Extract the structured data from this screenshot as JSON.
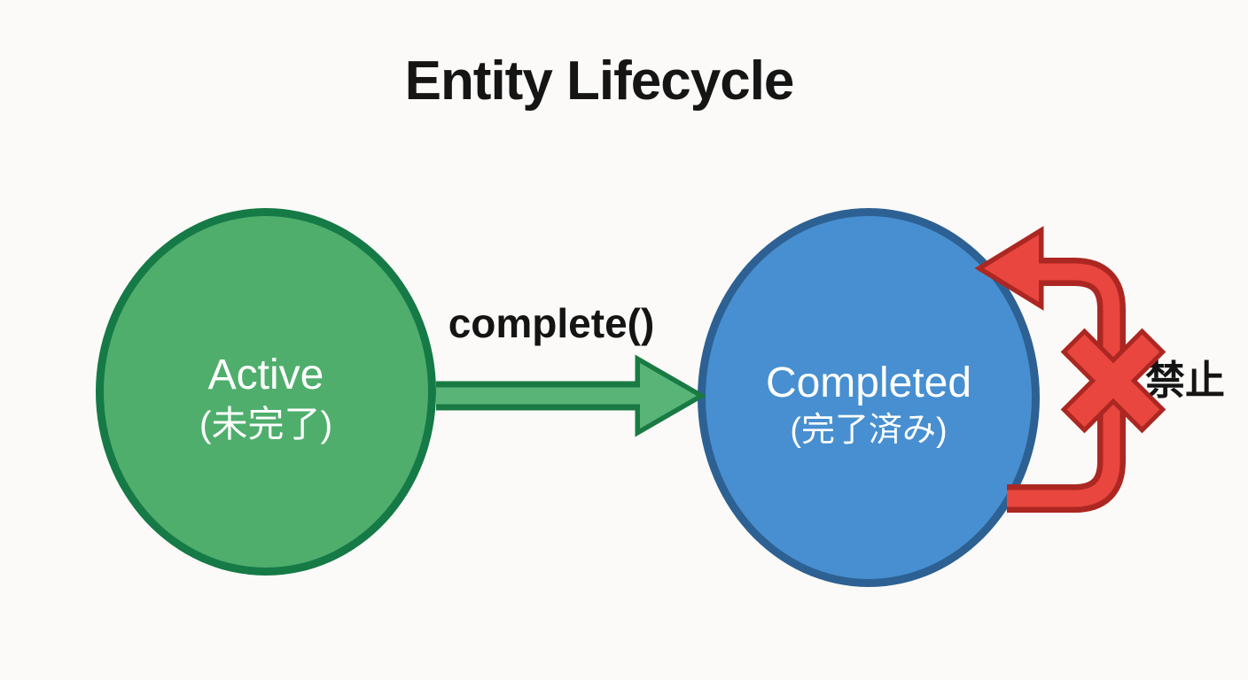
{
  "title": "Entity Lifecycle",
  "background_color": "#FBFAF8",
  "states": [
    {
      "name": "Active",
      "label": "Active",
      "sublabel": "(未完了)",
      "fill": "#4FAE6C",
      "border_color": "#157A46",
      "text_color": "#FFFFFF"
    },
    {
      "name": "Completed",
      "label": "Completed",
      "sublabel": "(完了済み)",
      "fill": "#478FD0",
      "border_color": "#2D6193",
      "text_color": "#FFFFFF"
    }
  ],
  "transitions": [
    {
      "name": "complete",
      "label": "complete()",
      "from": "Active",
      "to": "Completed",
      "allowed": true,
      "arrow_fill": "#58B577",
      "arrow_outline": "#1A7A43",
      "label_color": "#141414"
    },
    {
      "name": "revert-after-complete",
      "label": "禁止",
      "from": "Completed",
      "to": "Completed",
      "allowed": false,
      "marker": "x-mark",
      "arrow_fill": "#E8463E",
      "arrow_outline": "#AC2722",
      "label_color": "#141414"
    }
  ]
}
